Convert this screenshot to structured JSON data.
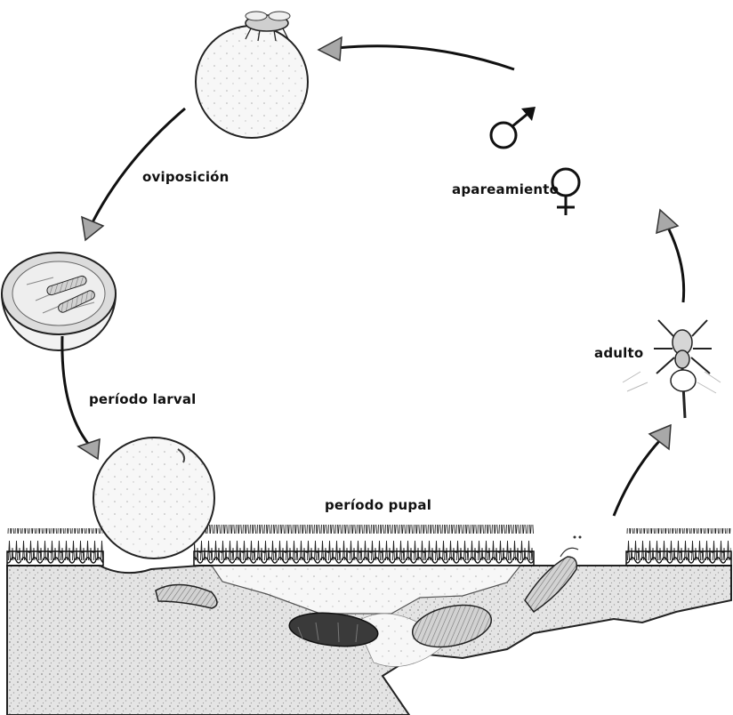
{
  "stages": {
    "oviposition": "oviposición",
    "larval_period": "período larval",
    "pupal_period": "período pupal",
    "mating": "apareamiento",
    "adult": "adulto"
  },
  "symbols": {
    "male": "♂",
    "female": "♀"
  },
  "colors": {
    "ink": "#111111",
    "arrow_head": "#9a9a9a",
    "soil": "#d6d6d6"
  }
}
